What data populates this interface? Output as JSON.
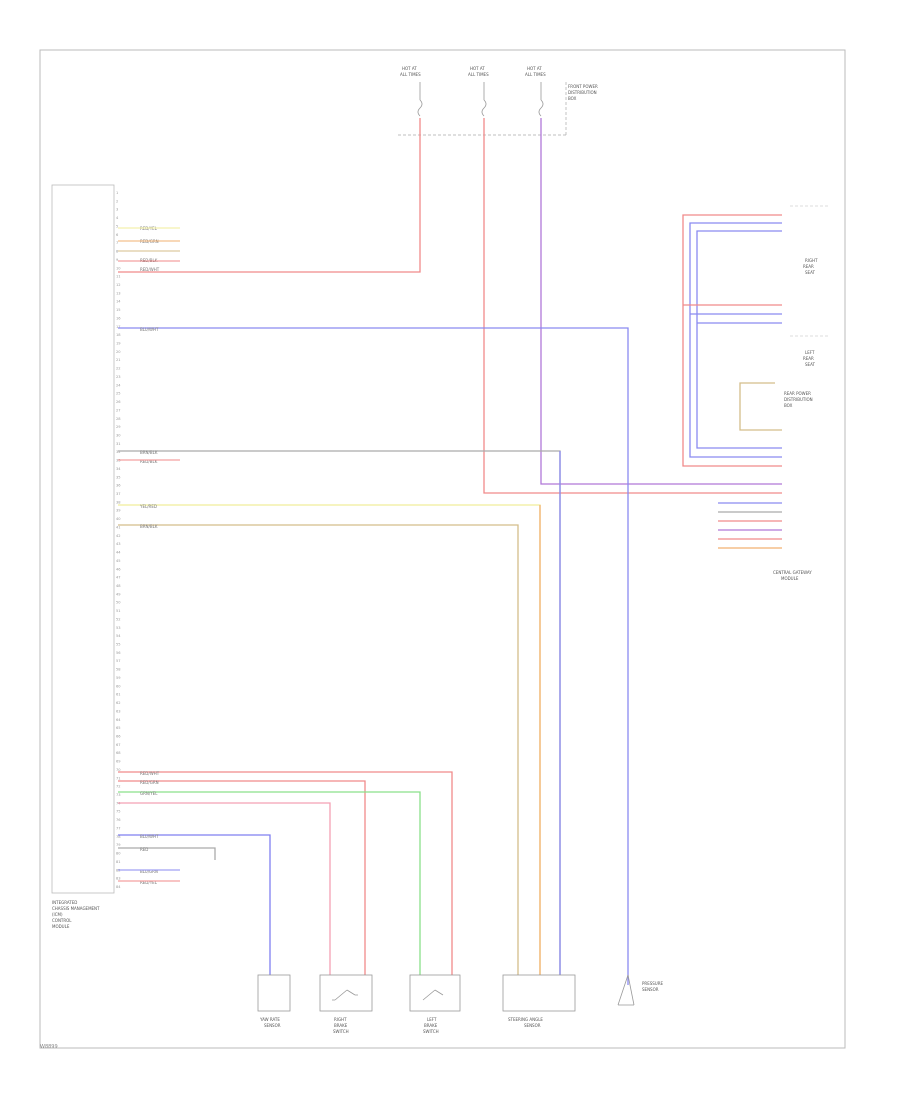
{
  "diagram": {
    "footer_code": "W8899",
    "control_module": {
      "name_lines": [
        "INTEGRATED",
        "CHASSIS MANAGEMENT",
        "(ICM)",
        "CONTROL",
        "MODULE"
      ]
    },
    "top_fuses": [
      {
        "label_lines": [
          "HOT AT",
          "ALL TIMES"
        ]
      },
      {
        "label_lines": [
          "HOT AT",
          "ALL TIMES"
        ]
      },
      {
        "label_lines": [
          "HOT AT",
          "ALL TIMES"
        ]
      }
    ],
    "fuse_block_label_lines": [
      "FRONT POWER",
      "DISTRIBUTION",
      "BOX"
    ],
    "right_components": [
      {
        "label_lines": [
          "RIGHT",
          "REAR",
          "SEAT"
        ]
      },
      {
        "label_lines": [
          "LEFT",
          "REAR",
          "SEAT"
        ]
      },
      {
        "label_lines": [
          "REAR POWER",
          "DISTRIBUTION",
          "BOX"
        ]
      },
      {
        "label_lines": [
          "CENTRAL GATEWAY",
          "MODULE"
        ]
      }
    ],
    "bottom_components": [
      {
        "label_lines": [
          "YAW RATE",
          "SENSOR"
        ]
      },
      {
        "label_lines": [
          "RIGHT",
          "BRAKE",
          "SWITCH"
        ]
      },
      {
        "label_lines": [
          "LEFT",
          "BRAKE",
          "SWITCH"
        ]
      },
      {
        "label_lines": [
          "STEERING ANGLE",
          "SENSOR"
        ]
      },
      {
        "label_lines": [
          "PRESSURE",
          "SENSOR"
        ]
      }
    ],
    "module_pins": [
      "1",
      "2",
      "3",
      "4",
      "5",
      "6",
      "7",
      "8",
      "9",
      "10",
      "11",
      "12",
      "13",
      "14",
      "15",
      "16",
      "17",
      "18",
      "19",
      "20",
      "21",
      "22",
      "23",
      "24",
      "25",
      "26",
      "27",
      "28",
      "29",
      "30",
      "31",
      "32",
      "33",
      "34",
      "35",
      "36",
      "37",
      "38",
      "39",
      "40",
      "41",
      "42",
      "43",
      "44",
      "45",
      "46",
      "47",
      "48",
      "49",
      "50",
      "51",
      "52",
      "53",
      "54",
      "55",
      "56",
      "57",
      "58",
      "59",
      "60",
      "61",
      "62",
      "63",
      "64",
      "65",
      "66",
      "67",
      "68",
      "69",
      "70",
      "71",
      "72",
      "73",
      "74",
      "75",
      "76",
      "77",
      "78",
      "79",
      "80",
      "81",
      "82",
      "83",
      "84"
    ],
    "wire_labels": [
      {
        "text": "RED/YEL"
      },
      {
        "text": "RED/GRN"
      },
      {
        "text": "RED/BLK"
      },
      {
        "text": "RED/WHT"
      },
      {
        "text": "BLU/WHT"
      },
      {
        "text": "BRN/BLK"
      },
      {
        "text": "RED/BLK"
      },
      {
        "text": "YEL/RED"
      },
      {
        "text": "BRN/BLK"
      },
      {
        "text": "RED/WHT"
      },
      {
        "text": "RED/GRN"
      },
      {
        "text": "GRN/YEL"
      },
      {
        "text": "BLU/WHT"
      },
      {
        "text": "RED"
      },
      {
        "text": "BLU/GRN"
      },
      {
        "text": "RED/YEL"
      }
    ],
    "colors": {
      "red": "#f08a8a",
      "pink": "#f4a0b4",
      "blue": "#7f7ff0",
      "purple": "#b078d8",
      "yellow": "#f0ee9a",
      "tan": "#d4be8a",
      "orange": "#f2b070",
      "green": "#8ae08a",
      "gray": "#aaaaaa",
      "frame": "#bbbbbb"
    }
  }
}
